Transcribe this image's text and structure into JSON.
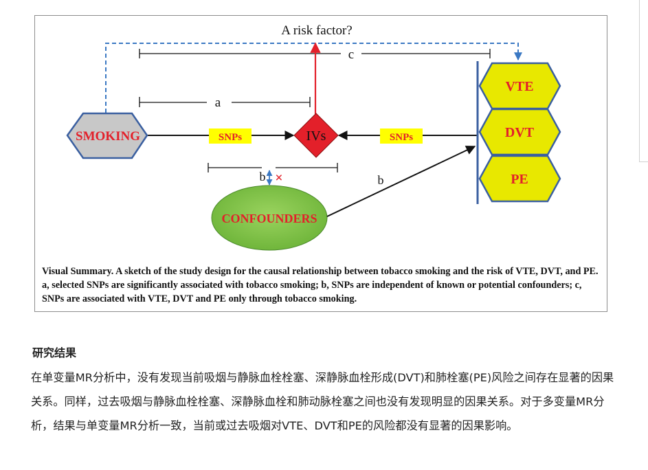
{
  "figure": {
    "title": "A risk factor?",
    "nodes": {
      "smoking": "SMOKING",
      "ivs": "IVs",
      "confounders": "CONFOUNDERS",
      "vte": "VTE",
      "dvt": "DVT",
      "pe": "PE"
    },
    "snps_label": "SNPs",
    "brackets": {
      "a": "a",
      "b_upper": "b",
      "b_lower": "b",
      "c": "c"
    },
    "cross_mark": "×",
    "caption": "Visual Summary. A sketch of the study design for the causal relationship between tobacco smoking and the risk of VTE, DVT, and PE. a, selected SNPs are significantly associated with tobacco smoking; b, SNPs are independent of known or potential confounders; c, SNPs are associated with VTE, DVT and PE only through tobacco smoking.",
    "colors": {
      "hexagon_yellow": "#e8e800",
      "hexagon_border": "#3a5fa0",
      "smoking_fill": "#c8c8c8",
      "red": "#e3202a",
      "ellipse_green": "#7cc242",
      "snps_box": "#ffff00",
      "dashed_blue": "#3a78c3"
    }
  },
  "results": {
    "heading": "研究结果",
    "body": "在单变量MR分析中，没有发现当前吸烟与静脉血栓栓塞、深静脉血栓形成(DVT)和肺栓塞(PE)风险之间存在显著的因果关系。同样，过去吸烟与静脉血栓栓塞、深静脉血栓和肺动脉栓塞之间也没有发现明显的因果关系。对于多变量MR分析，结果与单变量MR分析一致，当前或过去吸烟对VTE、DVT和PE的风险都没有显著的因果影响。"
  }
}
